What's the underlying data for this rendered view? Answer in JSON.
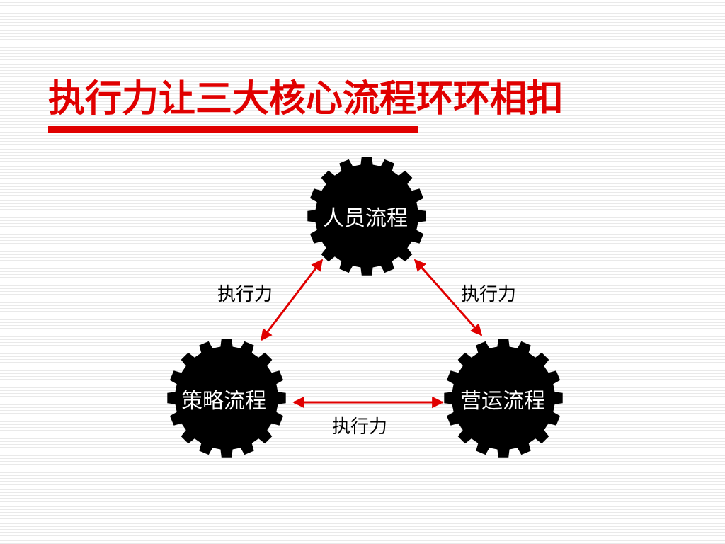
{
  "slide": {
    "title": "执行力让三大核心流程环环相扣"
  },
  "diagram": {
    "nodes": [
      {
        "id": "people",
        "label": "人员流程"
      },
      {
        "id": "strategy",
        "label": "策略流程"
      },
      {
        "id": "operations",
        "label": "营运流程"
      }
    ],
    "edges": [
      {
        "from": "people",
        "to": "strategy",
        "label": "执行力"
      },
      {
        "from": "people",
        "to": "operations",
        "label": "执行力"
      },
      {
        "from": "strategy",
        "to": "operations",
        "label": "执行力"
      }
    ]
  },
  "colors": {
    "accent": "#e00000",
    "gear": "#000000",
    "gear_text": "#ffffff"
  }
}
